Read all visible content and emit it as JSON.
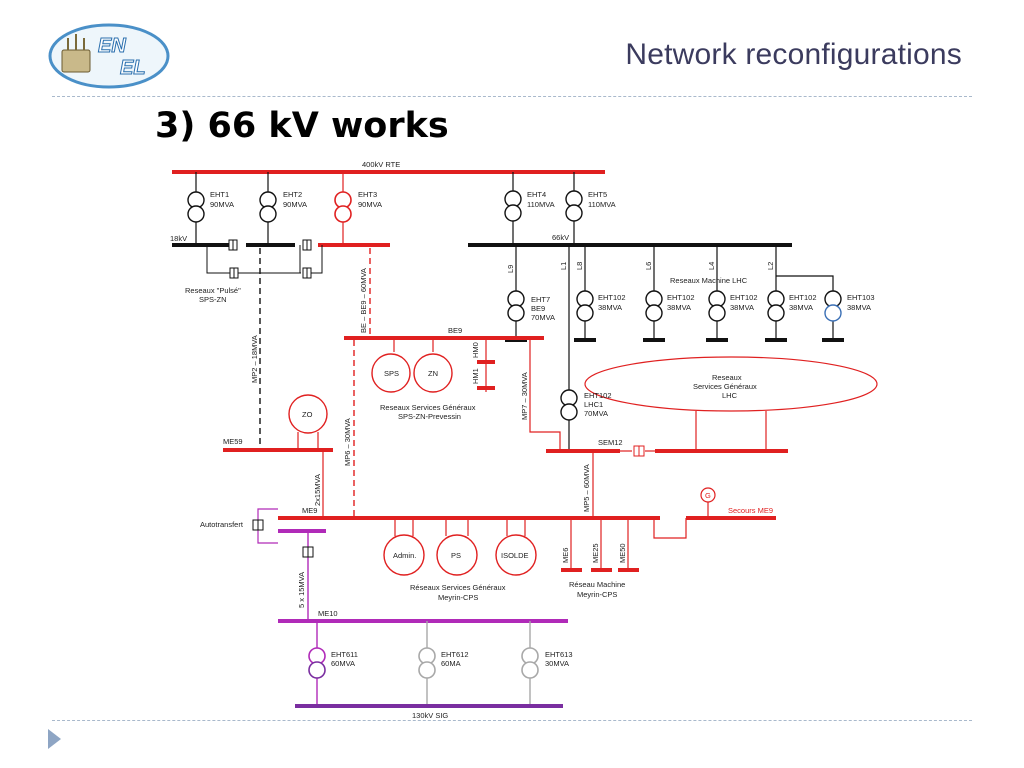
{
  "logo": {
    "line1": "EN",
    "line2": "EL"
  },
  "title": "Network reconfigurations",
  "heading": "3) 66 kV works",
  "colors": {
    "red": "#e02020",
    "black": "#111111",
    "magenta": "#b02ab8",
    "purple": "#7a2ea0",
    "gray": "#a8a8a8",
    "blue": "#3a6fb5",
    "title": "#3b3b5e"
  },
  "diagram": {
    "bus_400kv": "400kV RTE",
    "bus_18kv": "18kV",
    "bus_66kv": "66kV",
    "eht1": {
      "name": "EHT1",
      "rating": "90MVA"
    },
    "eht2": {
      "name": "EHT2",
      "rating": "90MVA"
    },
    "eht3": {
      "name": "EHT3",
      "rating": "90MVA"
    },
    "eht4": {
      "name": "EHT4",
      "rating": "110MVA"
    },
    "eht5": {
      "name": "EHT5",
      "rating": "110MVA"
    },
    "pulse_label_1": "Reseaux \"Pulsé\"",
    "pulse_label_2": "SPS-ZN",
    "line_l9": "L9",
    "line_l1": "L1",
    "line_l8": "L8",
    "line_l6": "L6",
    "line_l4": "L4",
    "line_l2": "L2",
    "lhc_machine_label": "Reseaux Machine LHC",
    "eht7": {
      "name": "EHT7",
      "sub": "BE9",
      "rating": "70MVA"
    },
    "eht102_a": {
      "name": "EHT102",
      "rating": "38MVA"
    },
    "eht102_b": {
      "name": "EHT102",
      "rating": "38MVA"
    },
    "eht102_c": {
      "name": "EHT102",
      "rating": "38MVA"
    },
    "eht102_d": {
      "name": "EHT102",
      "rating": "38MVA"
    },
    "eht103": {
      "name": "EHT103",
      "rating": "38MVA"
    },
    "link_be9": "BE – BE9 – 60MVA",
    "bus_be9": "BE9",
    "sps": "SPS",
    "zn": "ZN",
    "hm0": "HM0",
    "hm1": "HM1",
    "sg_sps_1": "Reseaux Services Généraux",
    "sg_sps_2": "SPS-ZN-Prevessin",
    "link_mp2": "MP2 – 18MVA",
    "link_mp7": "MP7 – 30MVA",
    "sg_lhc_1": "Reseaux",
    "sg_lhc_2": "Services Généraux",
    "sg_lhc_3": "LHC",
    "eht102_lhc1": {
      "name": "EHT102",
      "sub": "LHC1",
      "rating": "70MVA"
    },
    "zo": "ZO",
    "bus_me59": "ME59",
    "link_mp6": "MP6 – 30MVA",
    "bus_sem12": "SEM12",
    "link_2x15": "2x15MVA",
    "link_mp5": "MP5 – 60MVA",
    "generator": "G",
    "secours": "Secours ME9",
    "bus_me9": "ME9",
    "autotransfert": "Autotransfert",
    "admin": "Admin.",
    "ps": "PS",
    "isolde": "ISOLDE",
    "me6": "ME6",
    "me25": "ME25",
    "me50": "ME50",
    "sg_meyrin_1": "Réseaux Services Généraux",
    "sg_meyrin_2": "Meyrin-CPS",
    "mach_meyrin_1": "Réseau Machine",
    "mach_meyrin_2": "Meyrin-CPS",
    "link_5x15": "5 x 15MVA",
    "bus_me10": "ME10",
    "eht611": {
      "name": "EHT611",
      "rating": "60MVA"
    },
    "eht612": {
      "name": "EHT612",
      "rating": "60MA"
    },
    "eht613": {
      "name": "EHT613",
      "rating": "30MVA"
    },
    "bus_130kv": "130kV SIG"
  }
}
